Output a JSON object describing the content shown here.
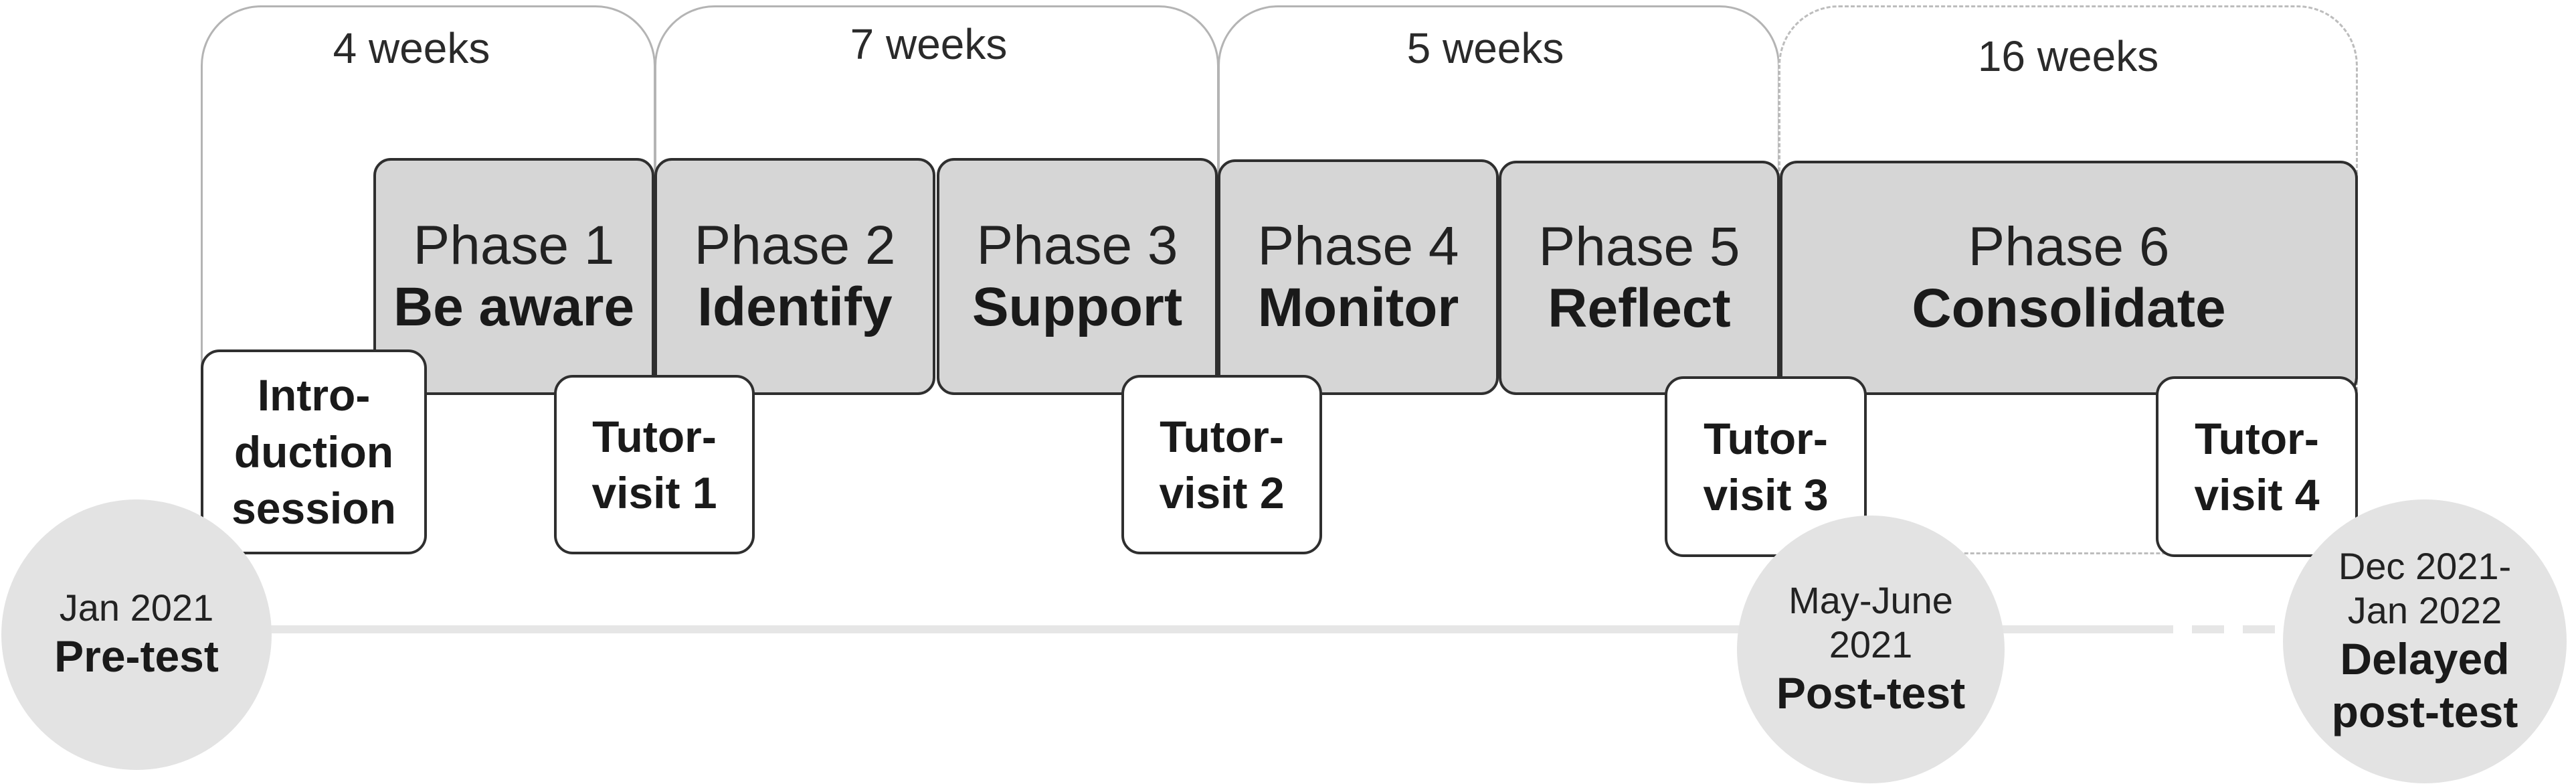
{
  "durations": [
    {
      "label": "4 weeks"
    },
    {
      "label": "7 weeks"
    },
    {
      "label": "5 weeks"
    },
    {
      "label": "16 weeks",
      "style": "dashed"
    }
  ],
  "phases": [
    {
      "number": "Phase 1",
      "name": "Be aware"
    },
    {
      "number": "Phase 2",
      "name": "Identify"
    },
    {
      "number": "Phase 3",
      "name": "Support"
    },
    {
      "number": "Phase 4",
      "name": "Monitor"
    },
    {
      "number": "Phase 5",
      "name": "Reflect"
    },
    {
      "number": "Phase 6",
      "name": "Consolidate"
    }
  ],
  "sessions": {
    "introduction": "Intro-\nduction\nsession",
    "tutor_visits": [
      "Tutor-\nvisit 1",
      "Tutor-\nvisit 2",
      "Tutor-\nvisit 3",
      "Tutor-\nvisit 4"
    ]
  },
  "tests": [
    {
      "date": "Jan 2021",
      "name": "Pre-test"
    },
    {
      "date": "May-June\n2021",
      "name": "Post-test"
    },
    {
      "date": "Dec 2021-\nJan 2022",
      "name": "Delayed\npost-test"
    }
  ],
  "colors": {
    "phase_fill": "#d6d6d6",
    "box_border": "#2f2f2f",
    "bracket_line": "#b4b4b4",
    "timeline": "#e6e6e6",
    "test_circle": "#e3e3e3"
  }
}
